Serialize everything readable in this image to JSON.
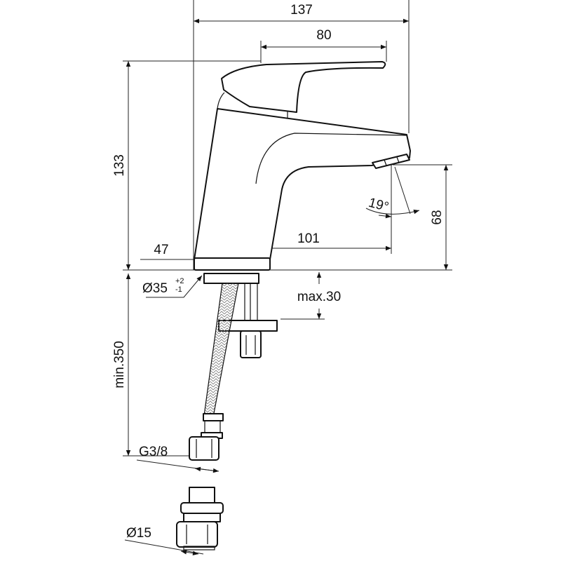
{
  "dimensions": {
    "overall_length": "137",
    "handle_length": "80",
    "height": "133",
    "base_offset": "47",
    "spout_reach": "101",
    "spout_height": "68",
    "spout_angle": "19°",
    "hole_diameter": "Ø35",
    "hole_tol_plus": "+2",
    "hole_tol_minus": "-1",
    "max_deck_thickness": "max.30",
    "hose_length": "min.350",
    "hose_thread": "G3/8",
    "adapter_diameter": "Ø15"
  },
  "colors": {
    "line": "#111111",
    "background": "#ffffff"
  }
}
